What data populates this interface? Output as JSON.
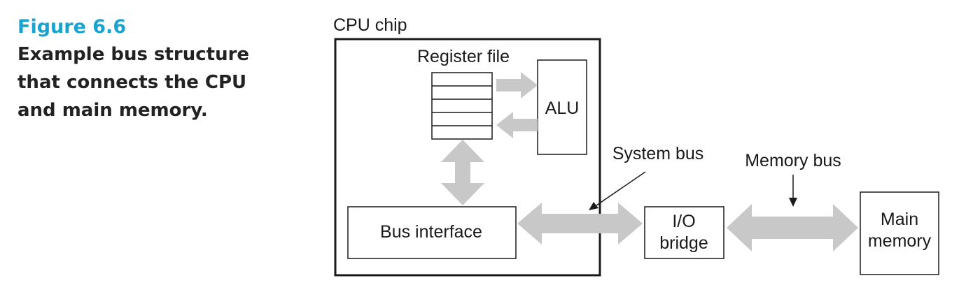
{
  "caption": {
    "figure_number": "Figure 6.6",
    "lines": [
      "Example bus structure",
      "that connects the CPU",
      "and main memory."
    ]
  },
  "diagram": {
    "cpu_chip_label": "CPU chip",
    "register_file_label": "Register file",
    "alu_label": "ALU",
    "bus_interface_label": "Bus interface",
    "system_bus_label": "System bus",
    "memory_bus_label": "Memory bus",
    "io_bridge_label": [
      "I/O",
      "bridge"
    ],
    "main_memory_label": [
      "Main",
      "memory"
    ]
  },
  "colors": {
    "caption_accent": "#1aa3cf",
    "arrow_fill": "#c8c8c8",
    "box_stroke": "#1a1a1a"
  }
}
